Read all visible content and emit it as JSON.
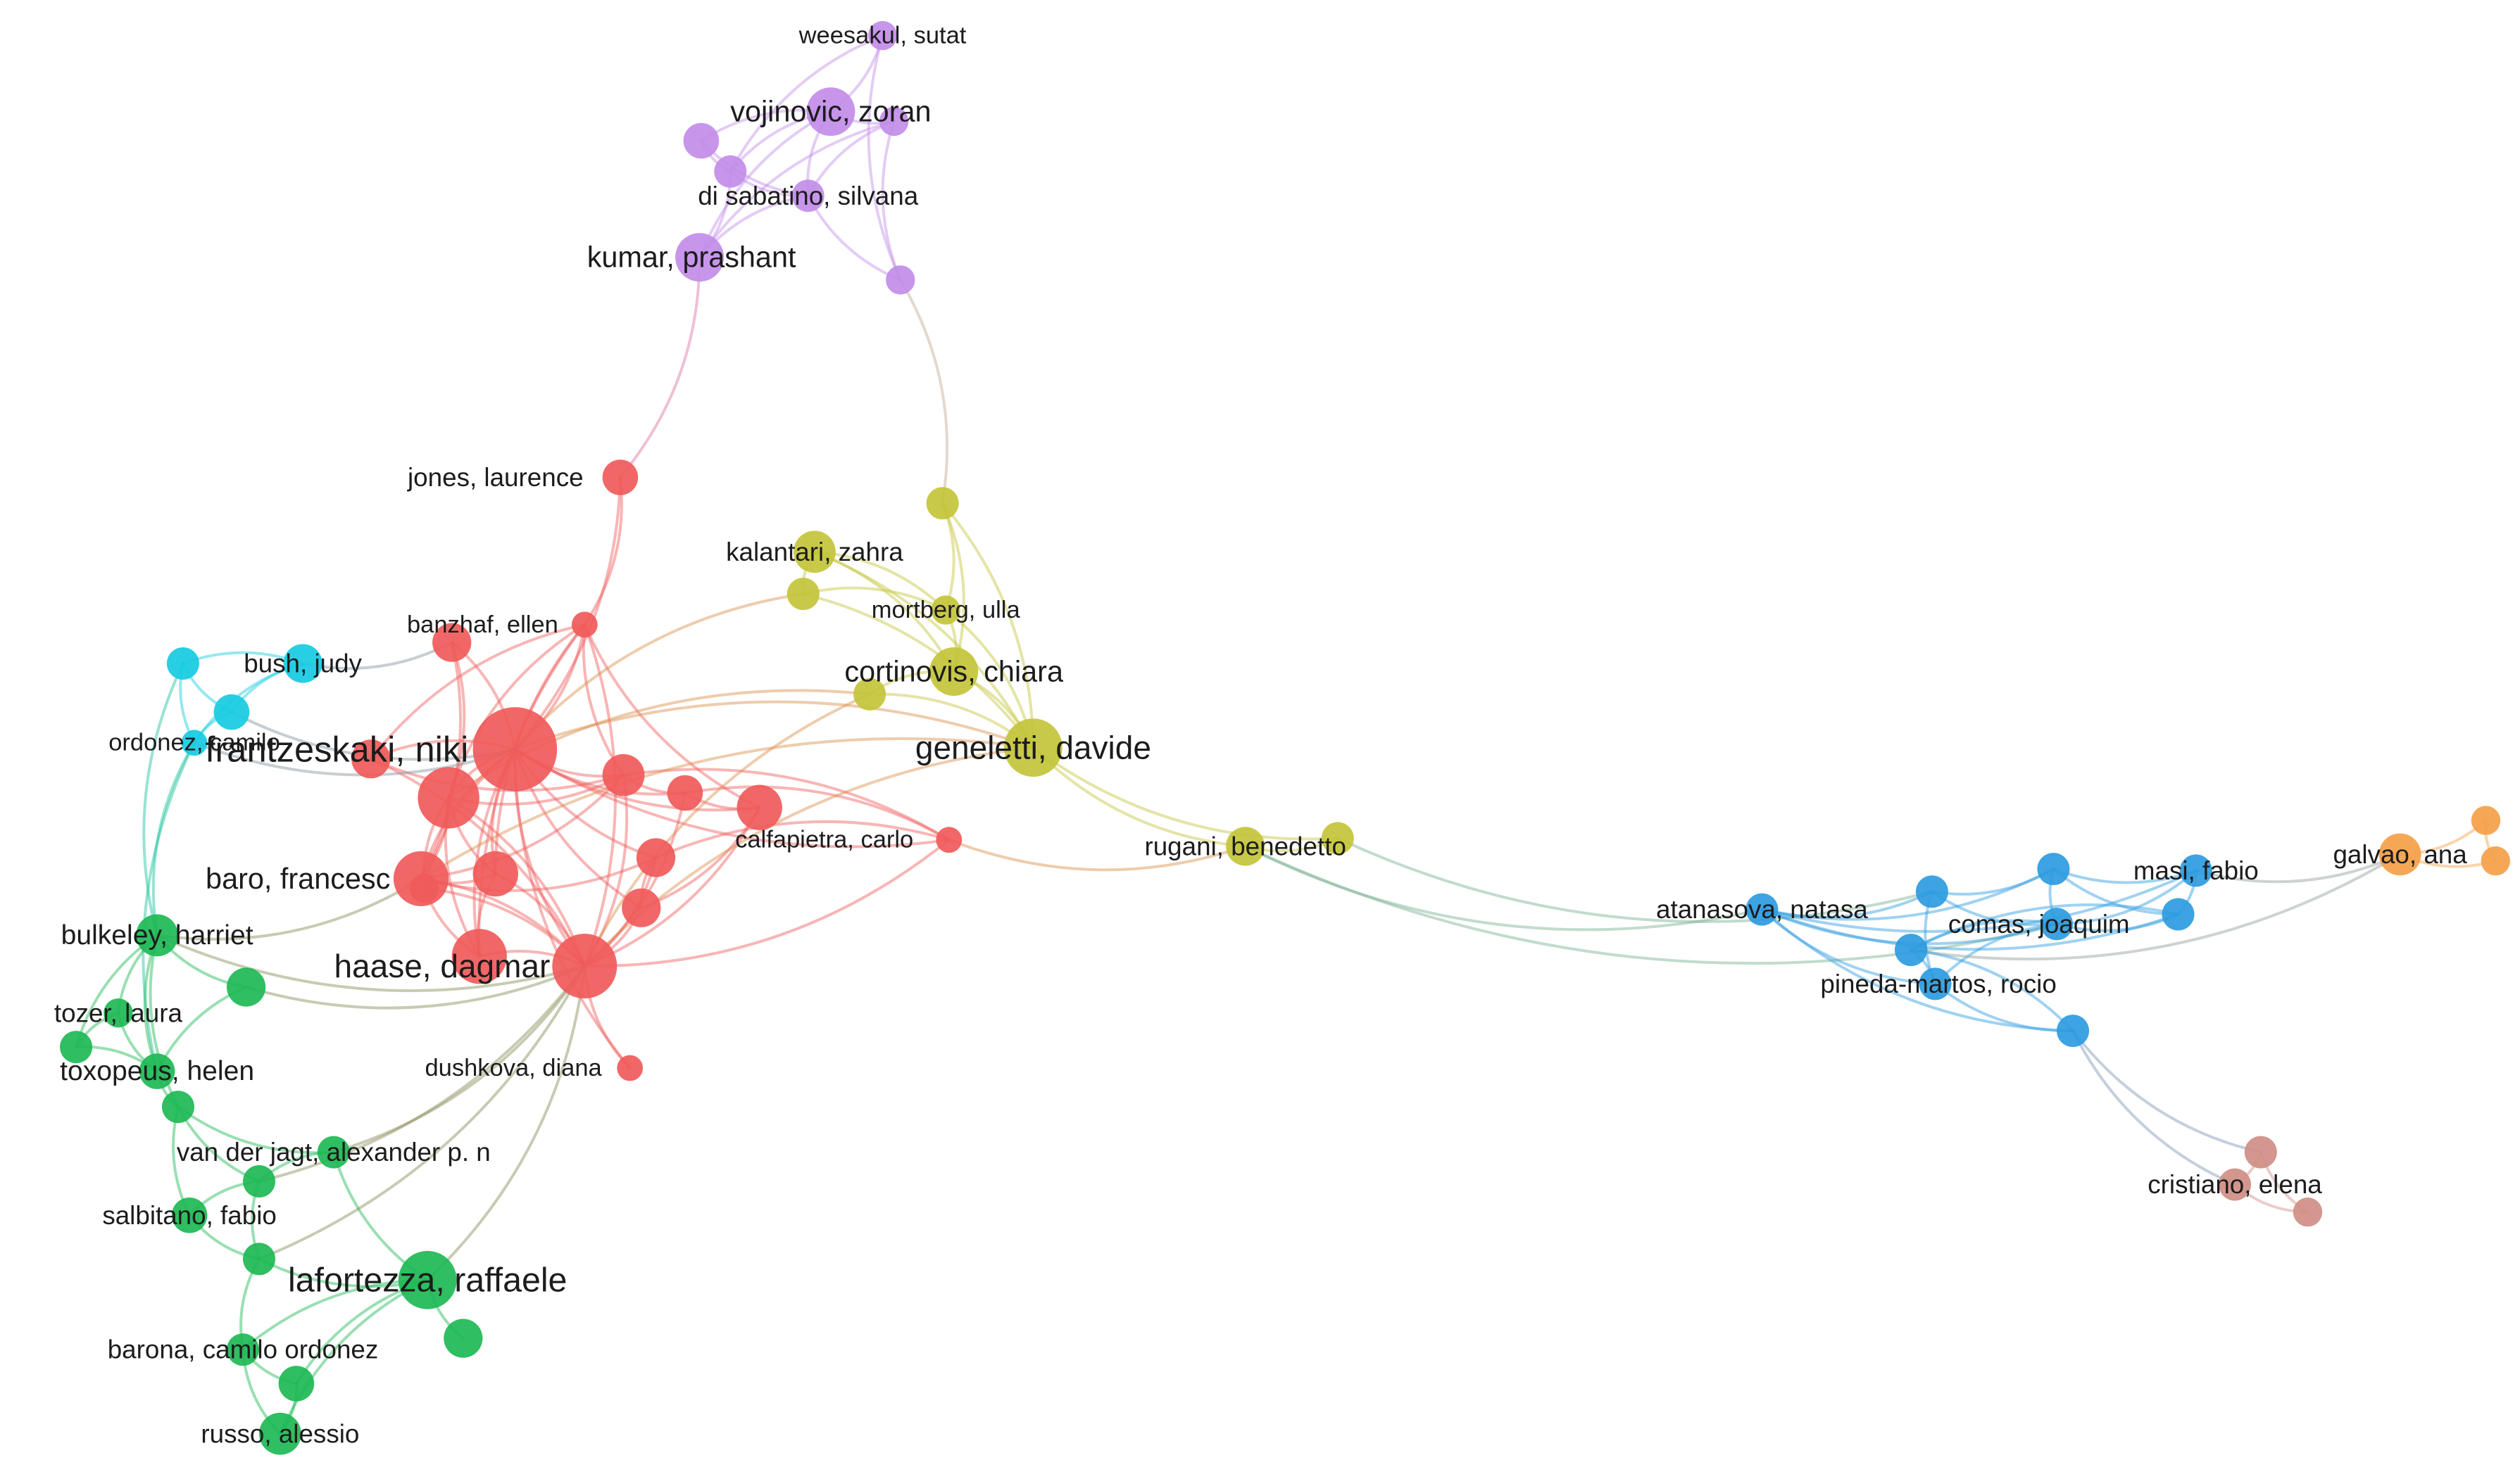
{
  "clusters": {
    "red": "#f05a5a",
    "green": "#1db954",
    "blue": "#2d9be0",
    "yellow": "#c3c43a",
    "purple": "#c28de8",
    "cyan": "#16cbe2",
    "orange": "#f5a048",
    "brown": "#cf8e86"
  },
  "nodes": [
    {
      "id": "frantzeskaki",
      "label": "frantzeskaki, niki",
      "cluster": "red"
    },
    {
      "id": "haase",
      "label": "haase, dagmar",
      "cluster": "red"
    },
    {
      "id": "baro",
      "label": "baro, francesc",
      "cluster": "red"
    },
    {
      "id": "jones",
      "label": "jones, laurence",
      "cluster": "red"
    },
    {
      "id": "banzhaf",
      "label": "banzhaf, ellen",
      "cluster": "red"
    },
    {
      "id": "calfapietra",
      "label": "calfapietra, carlo",
      "cluster": "red"
    },
    {
      "id": "dushkova",
      "label": "dushkova, diana",
      "cluster": "red"
    },
    {
      "id": "r1",
      "label": "",
      "cluster": "red"
    },
    {
      "id": "r2",
      "label": "",
      "cluster": "red"
    },
    {
      "id": "r3",
      "label": "",
      "cluster": "red"
    },
    {
      "id": "r4",
      "label": "",
      "cluster": "red"
    },
    {
      "id": "r5",
      "label": "",
      "cluster": "red"
    },
    {
      "id": "r6",
      "label": "",
      "cluster": "red"
    },
    {
      "id": "r7",
      "label": "",
      "cluster": "red"
    },
    {
      "id": "r8",
      "label": "",
      "cluster": "red"
    },
    {
      "id": "r9",
      "label": "",
      "cluster": "red"
    },
    {
      "id": "r10",
      "label": "",
      "cluster": "red"
    },
    {
      "id": "r11",
      "label": "",
      "cluster": "red"
    },
    {
      "id": "geneletti",
      "label": "geneletti, davide",
      "cluster": "yellow"
    },
    {
      "id": "cortinovis",
      "label": "cortinovis, chiara",
      "cluster": "yellow"
    },
    {
      "id": "kalantari",
      "label": "kalantari, zahra",
      "cluster": "yellow"
    },
    {
      "id": "mortberg",
      "label": "mortberg, ulla",
      "cluster": "yellow"
    },
    {
      "id": "rugani",
      "label": "rugani, benedetto",
      "cluster": "yellow"
    },
    {
      "id": "y1",
      "label": "",
      "cluster": "yellow"
    },
    {
      "id": "y2",
      "label": "",
      "cluster": "yellow"
    },
    {
      "id": "y3",
      "label": "",
      "cluster": "yellow"
    },
    {
      "id": "y4",
      "label": "",
      "cluster": "yellow"
    },
    {
      "id": "vojinovic",
      "label": "vojinovic, zoran",
      "cluster": "purple"
    },
    {
      "id": "weesakul",
      "label": "weesakul, sutat",
      "cluster": "purple"
    },
    {
      "id": "disabatino",
      "label": "di sabatino, silvana",
      "cluster": "purple"
    },
    {
      "id": "kumar",
      "label": "kumar, prashant",
      "cluster": "purple"
    },
    {
      "id": "p1",
      "label": "",
      "cluster": "purple"
    },
    {
      "id": "p2",
      "label": "",
      "cluster": "purple"
    },
    {
      "id": "p3",
      "label": "",
      "cluster": "purple"
    },
    {
      "id": "p4",
      "label": "",
      "cluster": "purple"
    },
    {
      "id": "bush",
      "label": "bush, judy",
      "cluster": "cyan"
    },
    {
      "id": "ordonez",
      "label": "ordonez, camilo",
      "cluster": "cyan"
    },
    {
      "id": "c1",
      "label": "",
      "cluster": "cyan"
    },
    {
      "id": "c2",
      "label": "",
      "cluster": "cyan"
    },
    {
      "id": "bulkeley",
      "label": "bulkeley, harriet",
      "cluster": "green"
    },
    {
      "id": "tozer",
      "label": "tozer, laura",
      "cluster": "green"
    },
    {
      "id": "toxopeus",
      "label": "toxopeus, helen",
      "cluster": "green"
    },
    {
      "id": "vanderjagt",
      "label": "van der jagt, alexander p. n",
      "cluster": "green"
    },
    {
      "id": "salbitano",
      "label": "salbitano, fabio",
      "cluster": "green"
    },
    {
      "id": "lafortezza",
      "label": "lafortezza, raffaele",
      "cluster": "green"
    },
    {
      "id": "barona",
      "label": "barona, camilo ordonez",
      "cluster": "green"
    },
    {
      "id": "russo",
      "label": "russo, alessio",
      "cluster": "green"
    },
    {
      "id": "g1",
      "label": "",
      "cluster": "green"
    },
    {
      "id": "g2",
      "label": "",
      "cluster": "green"
    },
    {
      "id": "g3",
      "label": "",
      "cluster": "green"
    },
    {
      "id": "g4",
      "label": "",
      "cluster": "green"
    },
    {
      "id": "g5",
      "label": "",
      "cluster": "green"
    },
    {
      "id": "g6",
      "label": "",
      "cluster": "green"
    },
    {
      "id": "g7",
      "label": "",
      "cluster": "green"
    },
    {
      "id": "atanasova",
      "label": "atanasova, natasa",
      "cluster": "blue"
    },
    {
      "id": "masi",
      "label": "masi, fabio",
      "cluster": "blue"
    },
    {
      "id": "comas",
      "label": "comas, joaquim",
      "cluster": "blue"
    },
    {
      "id": "pineda",
      "label": "pineda-martos, rocio",
      "cluster": "blue"
    },
    {
      "id": "b1",
      "label": "",
      "cluster": "blue"
    },
    {
      "id": "b2",
      "label": "",
      "cluster": "blue"
    },
    {
      "id": "b3",
      "label": "",
      "cluster": "blue"
    },
    {
      "id": "b4",
      "label": "",
      "cluster": "blue"
    },
    {
      "id": "b5",
      "label": "",
      "cluster": "blue"
    },
    {
      "id": "galvao",
      "label": "galvao, ana",
      "cluster": "orange"
    },
    {
      "id": "o1",
      "label": "",
      "cluster": "orange"
    },
    {
      "id": "o2",
      "label": "",
      "cluster": "orange"
    },
    {
      "id": "cristiano",
      "label": "cristiano, elena",
      "cluster": "brown"
    },
    {
      "id": "br1",
      "label": "",
      "cluster": "brown"
    },
    {
      "id": "br2",
      "label": "",
      "cluster": "brown"
    }
  ],
  "edges": [
    [
      "frantzeskaki",
      "haase"
    ],
    [
      "frantzeskaki",
      "baro"
    ],
    [
      "frantzeskaki",
      "r1"
    ],
    [
      "frantzeskaki",
      "r2"
    ],
    [
      "frantzeskaki",
      "r3"
    ],
    [
      "frantzeskaki",
      "r4"
    ],
    [
      "frantzeskaki",
      "r5"
    ],
    [
      "frantzeskaki",
      "r6"
    ],
    [
      "frantzeskaki",
      "r7"
    ],
    [
      "frantzeskaki",
      "r8"
    ],
    [
      "frantzeskaki",
      "r9"
    ],
    [
      "frantzeskaki",
      "r10"
    ],
    [
      "frantzeskaki",
      "banzhaf"
    ],
    [
      "frantzeskaki",
      "jones"
    ],
    [
      "frantzeskaki",
      "calfapietra"
    ],
    [
      "frantzeskaki",
      "dushkova"
    ],
    [
      "frantzeskaki",
      "r11"
    ],
    [
      "haase",
      "baro"
    ],
    [
      "haase",
      "r1"
    ],
    [
      "haase",
      "r3"
    ],
    [
      "haase",
      "r4"
    ],
    [
      "haase",
      "r5"
    ],
    [
      "haase",
      "r6"
    ],
    [
      "haase",
      "r7"
    ],
    [
      "haase",
      "r8"
    ],
    [
      "haase",
      "r9"
    ],
    [
      "haase",
      "r10"
    ],
    [
      "haase",
      "banzhaf"
    ],
    [
      "haase",
      "dushkova"
    ],
    [
      "haase",
      "calfapietra"
    ],
    [
      "haase",
      "r11"
    ],
    [
      "baro",
      "r1"
    ],
    [
      "baro",
      "r3"
    ],
    [
      "baro",
      "r4"
    ],
    [
      "baro",
      "r2"
    ],
    [
      "baro",
      "r7"
    ],
    [
      "baro",
      "r6"
    ],
    [
      "r1",
      "r3"
    ],
    [
      "r1",
      "r4"
    ],
    [
      "r1",
      "r6"
    ],
    [
      "r1",
      "r2"
    ],
    [
      "r1",
      "r11"
    ],
    [
      "r3",
      "r4"
    ],
    [
      "r5",
      "r6"
    ],
    [
      "r6",
      "r8"
    ],
    [
      "r7",
      "r9"
    ],
    [
      "r9",
      "r10"
    ],
    [
      "r8",
      "r10"
    ],
    [
      "banzhaf",
      "jones"
    ],
    [
      "banzhaf",
      "r1"
    ],
    [
      "banzhaf",
      "r4"
    ],
    [
      "banzhaf",
      "r5"
    ],
    [
      "banzhaf",
      "r6"
    ],
    [
      "banzhaf",
      "r10"
    ],
    [
      "banzhaf",
      "r3"
    ],
    [
      "jones",
      "kumar"
    ],
    [
      "calfapietra",
      "r6"
    ],
    [
      "calfapietra",
      "r7"
    ],
    [
      "calfapietra",
      "r8"
    ],
    [
      "calfapietra",
      "rugani"
    ],
    [
      "geneletti",
      "cortinovis"
    ],
    [
      "geneletti",
      "mortberg"
    ],
    [
      "geneletti",
      "kalantari"
    ],
    [
      "geneletti",
      "y1"
    ],
    [
      "geneletti",
      "y2"
    ],
    [
      "geneletti",
      "y3"
    ],
    [
      "geneletti",
      "rugani"
    ],
    [
      "geneletti",
      "y4"
    ],
    [
      "geneletti",
      "haase"
    ],
    [
      "geneletti",
      "frantzeskaki"
    ],
    [
      "geneletti",
      "baro"
    ],
    [
      "cortinovis",
      "mortberg"
    ],
    [
      "cortinovis",
      "kalantari"
    ],
    [
      "cortinovis",
      "y1"
    ],
    [
      "cortinovis",
      "y3"
    ],
    [
      "mortberg",
      "kalantari"
    ],
    [
      "mortberg",
      "y1"
    ],
    [
      "mortberg",
      "y2"
    ],
    [
      "kalantari",
      "y2"
    ],
    [
      "y1",
      "p4"
    ],
    [
      "y3",
      "r1"
    ],
    [
      "y3",
      "haase"
    ],
    [
      "y2",
      "frantzeskaki"
    ],
    [
      "rugani",
      "y4"
    ],
    [
      "rugani",
      "atanasova"
    ],
    [
      "y4",
      "b1"
    ],
    [
      "rugani",
      "comas"
    ],
    [
      "vojinovic",
      "weesakul"
    ],
    [
      "vojinovic",
      "p1"
    ],
    [
      "vojinovic",
      "p2"
    ],
    [
      "vojinovic",
      "p3"
    ],
    [
      "vojinovic",
      "disabatino"
    ],
    [
      "vojinovic",
      "kumar"
    ],
    [
      "weesakul",
      "p2"
    ],
    [
      "weesakul",
      "p4"
    ],
    [
      "p1",
      "p2"
    ],
    [
      "p1",
      "disabatino"
    ],
    [
      "p2",
      "disabatino"
    ],
    [
      "p3",
      "disabatino"
    ],
    [
      "p3",
      "kumar"
    ],
    [
      "disabatino",
      "kumar"
    ],
    [
      "disabatino",
      "p4"
    ],
    [
      "p3",
      "p4"
    ],
    [
      "kumar",
      "p2"
    ],
    [
      "bush",
      "ordonez"
    ],
    [
      "bush",
      "c1"
    ],
    [
      "bush",
      "c2"
    ],
    [
      "c1",
      "c2"
    ],
    [
      "c1",
      "ordonez"
    ],
    [
      "c2",
      "ordonez"
    ],
    [
      "c2",
      "frantzeskaki"
    ],
    [
      "ordonez",
      "frantzeskaki"
    ],
    [
      "ordonez",
      "bulkeley"
    ],
    [
      "ordonez",
      "toxopeus"
    ],
    [
      "c1",
      "bulkeley"
    ],
    [
      "bush",
      "r2"
    ],
    [
      "bulkeley",
      "tozer"
    ],
    [
      "bulkeley",
      "toxopeus"
    ],
    [
      "bulkeley",
      "g1"
    ],
    [
      "bulkeley",
      "g2"
    ],
    [
      "bulkeley",
      "g3"
    ],
    [
      "bulkeley",
      "baro"
    ],
    [
      "bulkeley",
      "haase"
    ],
    [
      "g1",
      "haase"
    ],
    [
      "g1",
      "toxopeus"
    ],
    [
      "tozer",
      "toxopeus"
    ],
    [
      "tozer",
      "g2"
    ],
    [
      "toxopeus",
      "g3"
    ],
    [
      "toxopeus",
      "g2"
    ],
    [
      "g3",
      "vanderjagt"
    ],
    [
      "g3",
      "salbitano"
    ],
    [
      "g3",
      "g4"
    ],
    [
      "vanderjagt",
      "lafortezza"
    ],
    [
      "vanderjagt",
      "g4"
    ],
    [
      "vanderjagt",
      "haase"
    ],
    [
      "g4",
      "salbitano"
    ],
    [
      "g4",
      "g5"
    ],
    [
      "salbitano",
      "g5"
    ],
    [
      "g5",
      "lafortezza"
    ],
    [
      "g5",
      "barona"
    ],
    [
      "lafortezza",
      "g6"
    ],
    [
      "lafortezza",
      "g7"
    ],
    [
      "lafortezza",
      "barona"
    ],
    [
      "lafortezza",
      "russo"
    ],
    [
      "lafortezza",
      "haase"
    ],
    [
      "barona",
      "russo"
    ],
    [
      "barona",
      "g7"
    ],
    [
      "russo",
      "g7"
    ],
    [
      "g5",
      "haase"
    ],
    [
      "g4",
      "haase"
    ],
    [
      "atanasova",
      "b1"
    ],
    [
      "atanasova",
      "b2"
    ],
    [
      "atanasova",
      "comas"
    ],
    [
      "atanasova",
      "pineda"
    ],
    [
      "atanasova",
      "b3"
    ],
    [
      "atanasova",
      "masi"
    ],
    [
      "atanasova",
      "b4"
    ],
    [
      "b1",
      "b2"
    ],
    [
      "b1",
      "comas"
    ],
    [
      "b1",
      "pineda"
    ],
    [
      "b2",
      "comas"
    ],
    [
      "b2",
      "masi"
    ],
    [
      "b2",
      "b3"
    ],
    [
      "comas",
      "masi"
    ],
    [
      "comas",
      "pineda"
    ],
    [
      "comas",
      "b3"
    ],
    [
      "comas",
      "b5"
    ],
    [
      "pineda",
      "b4"
    ],
    [
      "pineda",
      "b5"
    ],
    [
      "b3",
      "b5"
    ],
    [
      "b3",
      "masi"
    ],
    [
      "masi",
      "galvao"
    ],
    [
      "b5",
      "galvao"
    ],
    [
      "b4",
      "br1"
    ],
    [
      "b4",
      "cristiano"
    ],
    [
      "b4",
      "b5"
    ],
    [
      "galvao",
      "o1"
    ],
    [
      "galvao",
      "o2"
    ],
    [
      "o1",
      "o2"
    ],
    [
      "cristiano",
      "br1"
    ],
    [
      "cristiano",
      "br2"
    ],
    [
      "br1",
      "br2"
    ]
  ]
}
